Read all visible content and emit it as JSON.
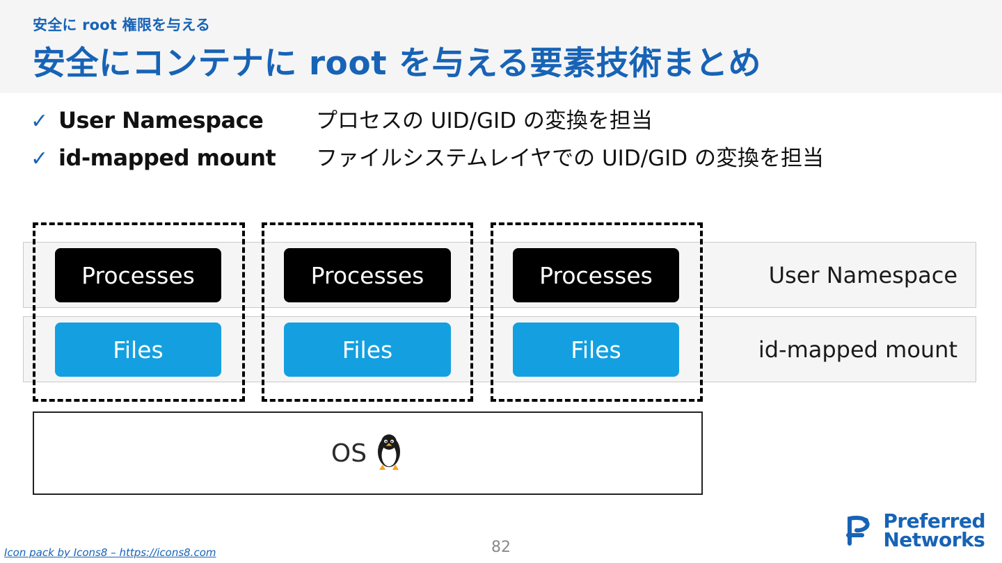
{
  "header": {
    "kicker": "安全に root 権限を与える",
    "title": "安全にコンテナに root を与える要素技術まとめ",
    "accent_color": "#1763b6",
    "background_color": "#f5f5f5"
  },
  "bullets": [
    {
      "marker": "✓",
      "term": "User Namespace",
      "description": "プロセスの UID/GID の変換を担当"
    },
    {
      "marker": "✓",
      "term": "id-mapped mount",
      "description": "ファイルシステムレイヤでの UID/GID の変換を担当"
    }
  ],
  "diagram": {
    "groups": [
      {
        "processes_label": "Processes",
        "files_label": "Files"
      },
      {
        "processes_label": "Processes",
        "files_label": "Files"
      },
      {
        "processes_label": "Processes",
        "files_label": "Files"
      }
    ],
    "band_labels": {
      "processes": "User Namespace",
      "files": "id-mapped mount"
    },
    "os_label": "OS",
    "os_icon": "penguin-icon",
    "colors": {
      "processes_chip": "#000000",
      "files_chip": "#14a0e0",
      "band_background": "#f5f5f5",
      "dashed_border": "#000000"
    }
  },
  "footer": {
    "credit": "Icon pack by Icons8 – https://icons8.com",
    "page_number": "82",
    "logo": {
      "line1": "Preferred",
      "line2": "Networks"
    }
  }
}
